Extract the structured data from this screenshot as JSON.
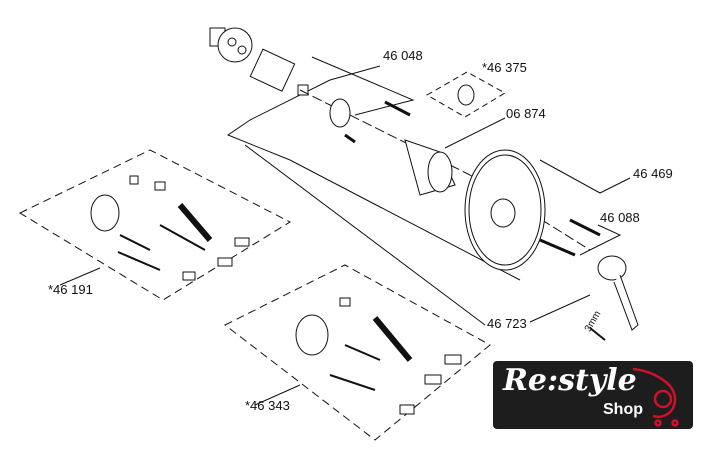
{
  "labels": {
    "l1": "46 048",
    "l2": "*46 375",
    "l3": "06 874",
    "l4": "46 469",
    "l5": "46 088",
    "l6": "*46 191",
    "l7": "46 723",
    "l8": "3mm",
    "l9": "*46 343"
  },
  "logo": {
    "main": "Re:style",
    "sub": "Shop",
    "accent": "#d0112b"
  }
}
